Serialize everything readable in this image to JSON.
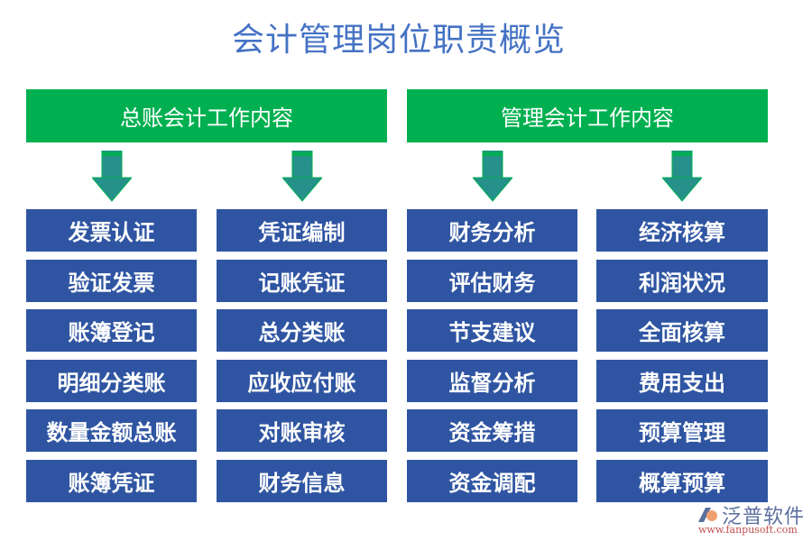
{
  "title": "会计管理岗位职责概览",
  "colors": {
    "title": "#4472c4",
    "header_bg": "#00b050",
    "box_bg": "#2f55a2",
    "arrow": "#26908a",
    "arrow_edge": "#00b050"
  },
  "sections": [
    {
      "header": "总账会计工作内容",
      "columns": [
        {
          "items": [
            "发票认证",
            "验证发票",
            "账簿登记",
            "明细分类账",
            "数量金额总账",
            "账簿凭证"
          ]
        },
        {
          "items": [
            "凭证编制",
            "记账凭证",
            "总分类账",
            "应收应付账",
            "对账审核",
            "财务信息"
          ]
        }
      ]
    },
    {
      "header": "管理会计工作内容",
      "columns": [
        {
          "items": [
            "财务分析",
            "评估财务",
            "节支建议",
            "监督分析",
            "资金筹措",
            "资金调配"
          ]
        },
        {
          "items": [
            "经济核算",
            "利润状况",
            "全面核算",
            "费用支出",
            "预算管理",
            "概算预算"
          ]
        }
      ]
    }
  ],
  "watermark": {
    "name": "泛普软件",
    "url": "www.fanpusoft.com"
  }
}
